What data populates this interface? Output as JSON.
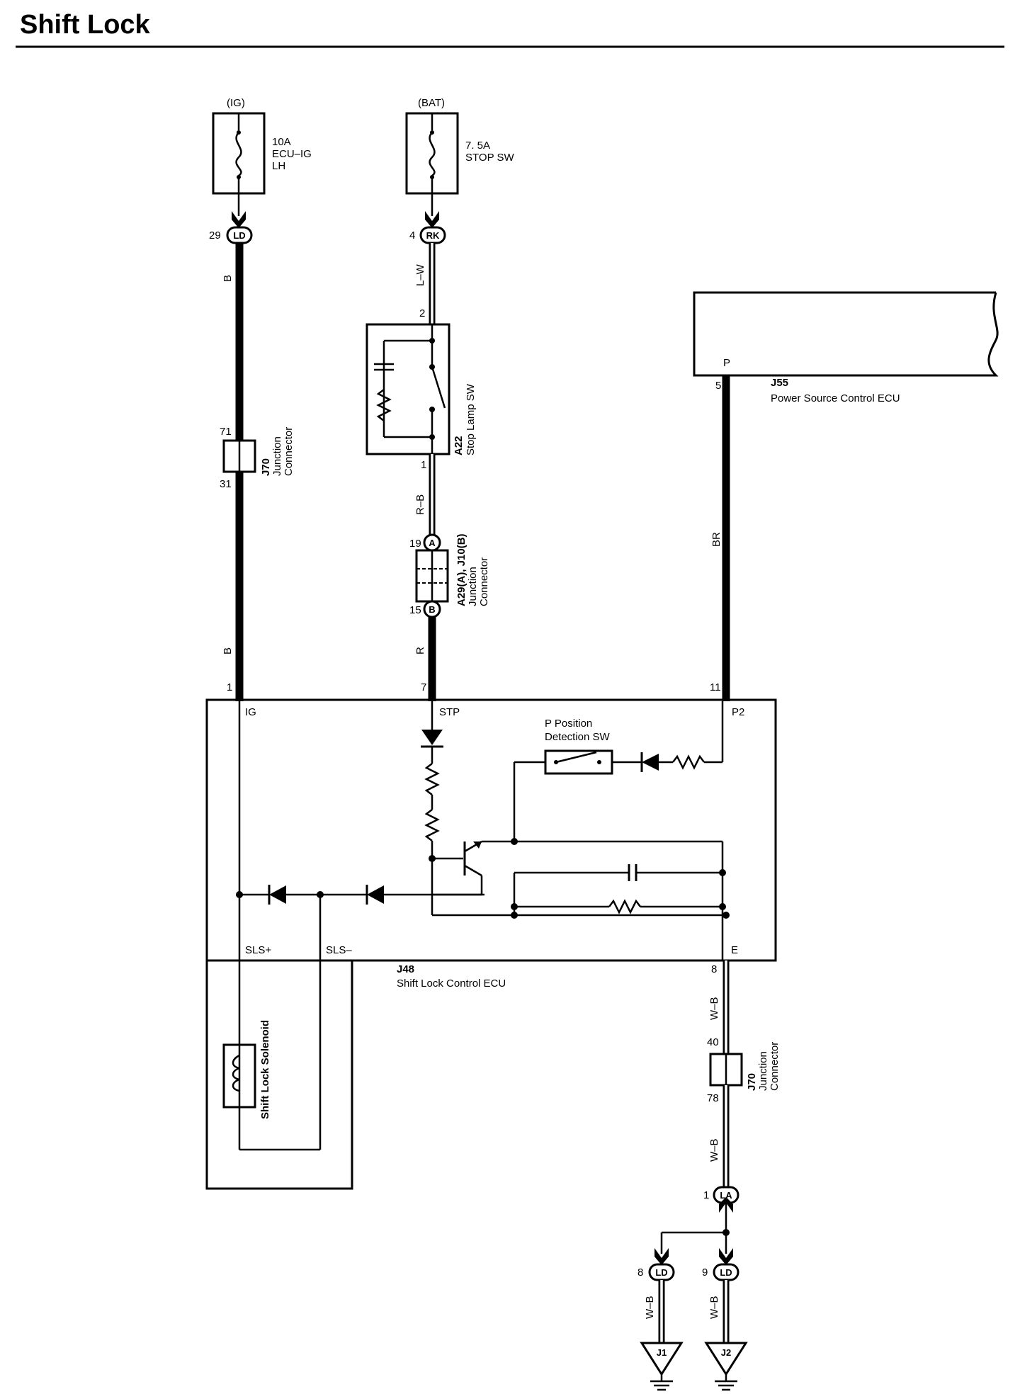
{
  "title": "Shift Lock",
  "power": {
    "ig_label": "(IG)",
    "bat_label": "(BAT)"
  },
  "fuses": [
    {
      "amps": "10A",
      "line2": "ECU–IG",
      "line3": "LH"
    },
    {
      "amps": "7. 5A",
      "line2": "STOP SW",
      "line3": ""
    }
  ],
  "connectors": {
    "ld": "LD",
    "rk": "RK",
    "la": "LA",
    "a": "A",
    "b": "B",
    "j1": "J1",
    "j2": "J2"
  },
  "pins": {
    "p29": "29",
    "p4": "4",
    "p2": "2",
    "p1a": "1",
    "p19": "19",
    "p15": "15",
    "p71": "71",
    "p31": "31",
    "p1b": "1",
    "p7": "7",
    "p11": "11",
    "p5": "5",
    "p8e": "8",
    "p40": "40",
    "p78": "78",
    "p1la": "1",
    "p8ld": "8",
    "p9ld": "9"
  },
  "wires": {
    "b1": "B",
    "b2": "B",
    "lw": "L–W",
    "rb": "R–B",
    "r": "R",
    "br": "BR",
    "wb1": "W–B",
    "wb2": "W–B",
    "wb3": "W–B",
    "wb4": "W–B"
  },
  "components": {
    "stop_lamp_id": "A22",
    "stop_lamp_name": "Stop Lamp SW",
    "j70_top_id": "J70",
    "j70_top_name1": "Junction",
    "j70_top_name2": "Connector",
    "j10_id": "A29(A), J10(B)",
    "j10_name1": "Junction",
    "j10_name2": "Connector",
    "j55_id": "J55",
    "j55_name": "Power Source Control ECU",
    "j55_terminal": "P",
    "j48_id": "J48",
    "j48_name": "Shift Lock Control ECU",
    "j70_bot_id": "J70",
    "j70_bot_name1": "Junction",
    "j70_bot_name2": "Connector",
    "solenoid_name": "Shift Lock Solenoid",
    "p_switch_line1": "P Position",
    "p_switch_line2": "Detection SW"
  },
  "terminals": {
    "ig": "IG",
    "stp": "STP",
    "p2": "P2",
    "e": "E",
    "sls_plus": "SLS+",
    "sls_minus": "SLS–"
  }
}
